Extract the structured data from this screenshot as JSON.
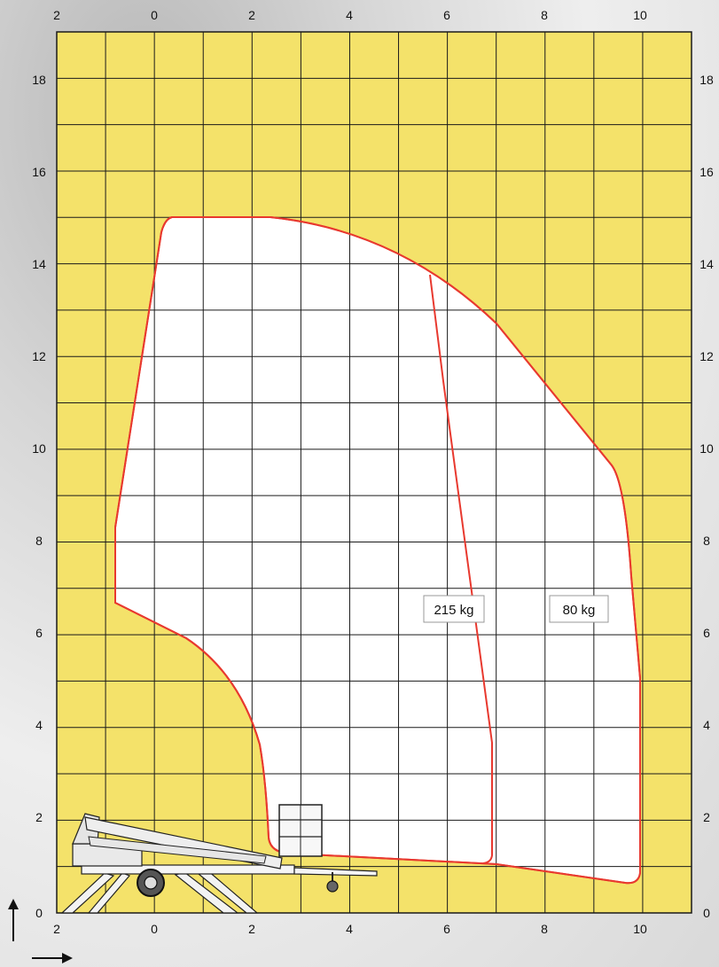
{
  "axes": {
    "top_x_ticks": [
      "2",
      "0",
      "2",
      "4",
      "6",
      "8",
      "10"
    ],
    "bottom_x_ticks": [
      "2",
      "0",
      "2",
      "4",
      "6",
      "8",
      "10"
    ],
    "left_y_ticks": [
      "0",
      "2",
      "4",
      "6",
      "8",
      "10",
      "12",
      "14",
      "16",
      "18"
    ],
    "right_y_ticks": [
      "0",
      "2",
      "4",
      "6",
      "8",
      "10",
      "12",
      "14",
      "16",
      "18"
    ]
  },
  "load_labels": {
    "inner": "215 kg",
    "outer": "80 kg"
  },
  "colors": {
    "grid_background": "#f4e26a",
    "grid_lines": "#1a1a1a",
    "envelope_fill": "#ffffff",
    "envelope_stroke": "#e8392f"
  }
}
